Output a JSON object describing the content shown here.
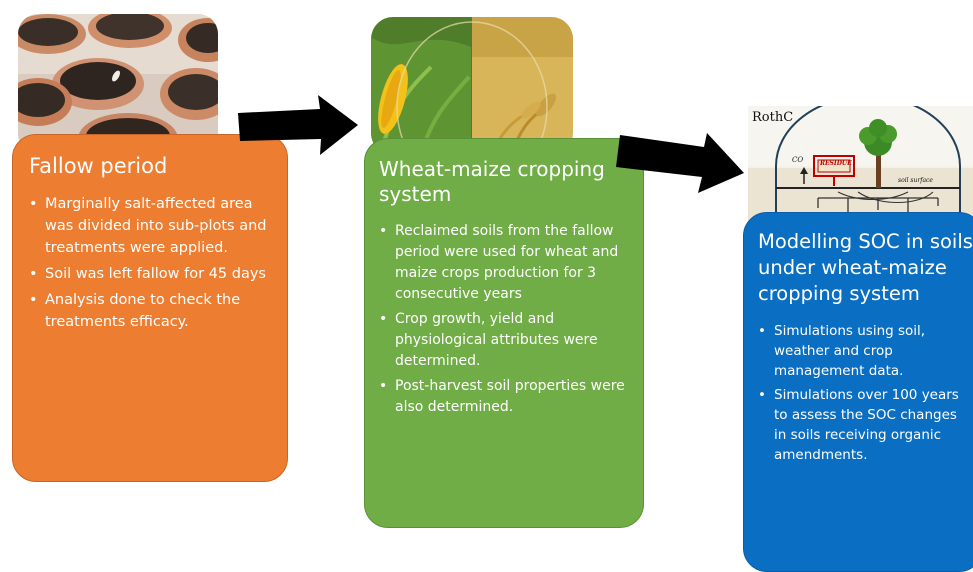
{
  "step1": {
    "title": "Fallow period",
    "bullets": [
      "Marginally salt-affected area was divided into sub-plots and treatments were applied.",
      "Soil was left fallow for 45 days",
      "Analysis done to check the treatments efficacy."
    ],
    "color": "#ED7D31"
  },
  "step2": {
    "title": "Wheat-maize cropping system",
    "bullets": [
      "Reclaimed soils from the fallow period were used for wheat and maize crops production for 3 consecutive years",
      "Crop growth, yield and physiological attributes were determined.",
      "Post-harvest soil properties were also determined."
    ],
    "color": "#70AD47"
  },
  "step3": {
    "title": "Modelling SOC in soils under wheat-maize cropping system",
    "bullets": [
      "Simulations using soil, weather and crop management data.",
      "Simulations over 100 years to assess the SOC changes in soils receiving organic amendments."
    ],
    "color": "#0A6FC2"
  },
  "rothc": {
    "label": "RothC",
    "co2": "CO",
    "residue": "RESIDUE",
    "soil_surface": "soil surface"
  }
}
